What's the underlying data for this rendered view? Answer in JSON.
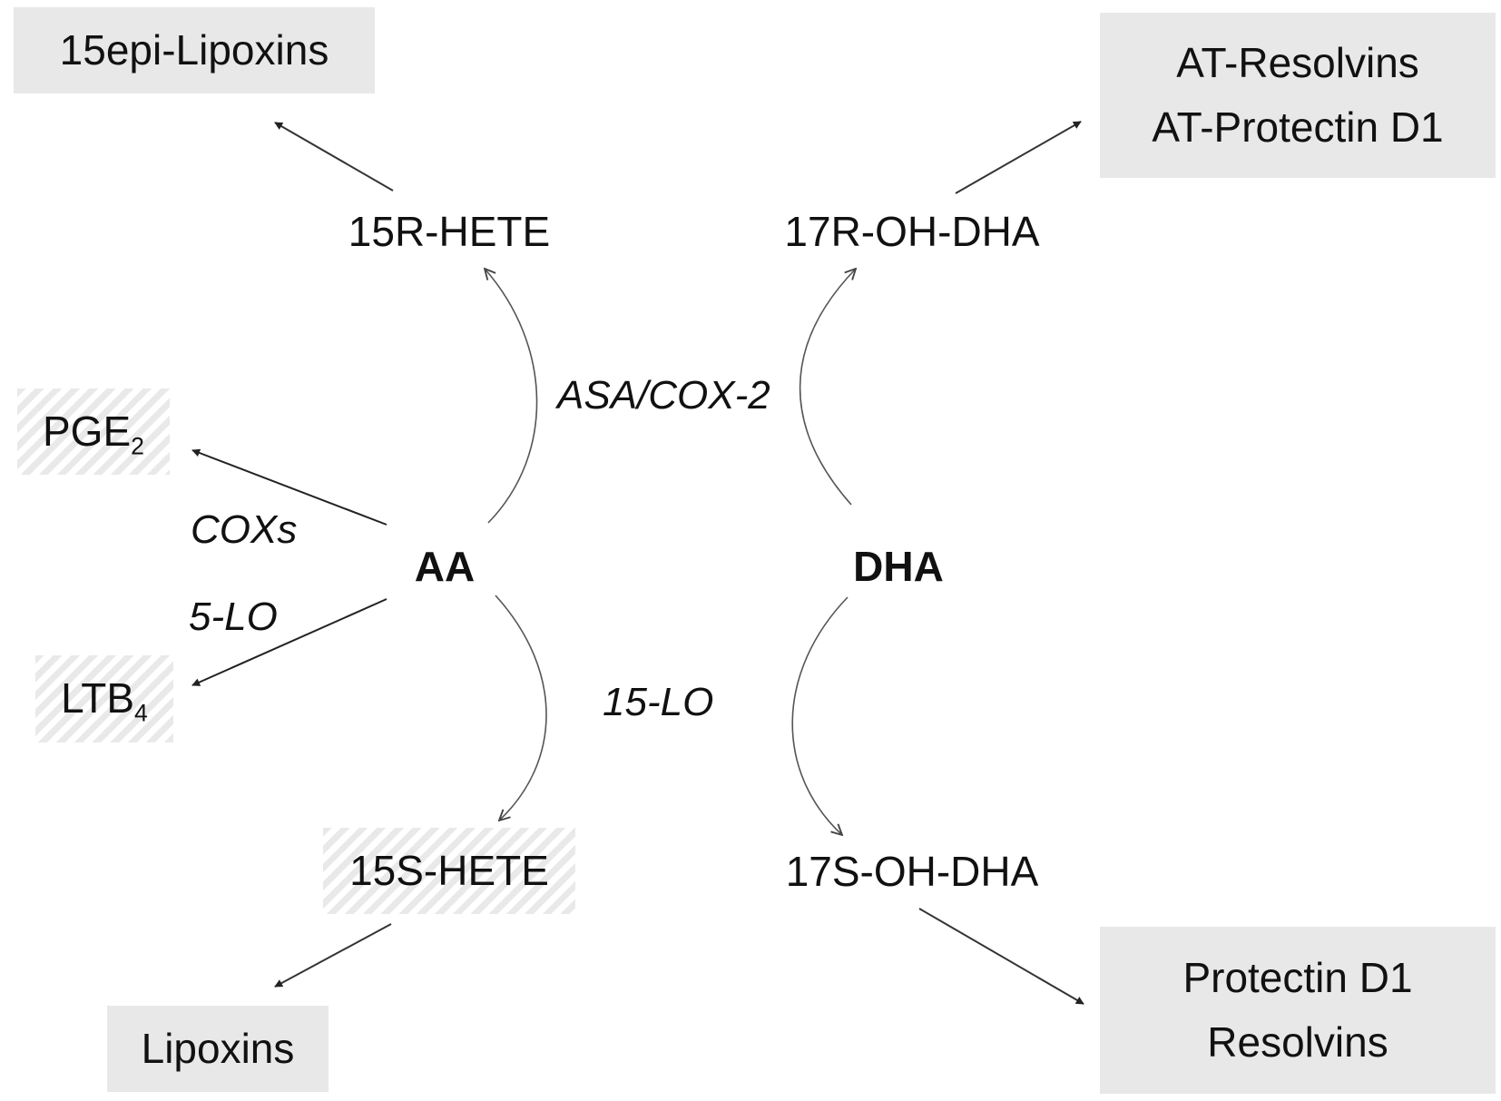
{
  "nodes": {
    "epi_lipoxins": "15epi-Lipoxins",
    "at_resolvins": "AT-Resolvins",
    "at_protectin": "AT-Protectin D1",
    "hete_15r": "15R-HETE",
    "oh_dha_17r": "17R-OH-DHA",
    "pge": {
      "base": "PGE",
      "sub": "2"
    },
    "ltb": {
      "base": "LTB",
      "sub": "4"
    },
    "aa": "AA",
    "dha": "DHA",
    "hete_15s": "15S-HETE",
    "oh_dha_17s": "17S-OH-DHA",
    "lipoxins": "Lipoxins",
    "protectin_d1": "Protectin D1",
    "resolvins": "Resolvins"
  },
  "enzymes": {
    "asa_cox2": "ASA/COX-2",
    "coxs": "COXs",
    "lo5": "5-LO",
    "lo15": "15-LO"
  },
  "colors": {
    "box_fill": "#e8e8e8",
    "hatch": "#e9e9e9",
    "arrow_dark": "#222222",
    "arrow_light": "#444444"
  }
}
